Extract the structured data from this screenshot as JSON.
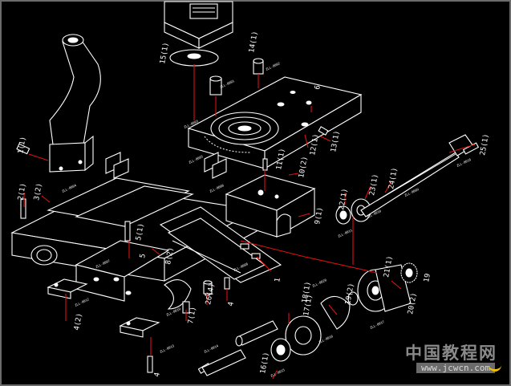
{
  "callouts": [
    {
      "id": "c15",
      "text": "15(1)"
    },
    {
      "id": "c14",
      "text": "14(1)"
    },
    {
      "id": "c1",
      "text": "1(1)"
    },
    {
      "id": "c2",
      "text": "2(1)"
    },
    {
      "id": "c3",
      "text": "3(2)"
    },
    {
      "id": "c6",
      "text": "6"
    },
    {
      "id": "c11",
      "text": "11(1)"
    },
    {
      "id": "c12",
      "text": "12(1)"
    },
    {
      "id": "c13",
      "text": "13(1)"
    },
    {
      "id": "c10",
      "text": "10(2)"
    },
    {
      "id": "c5",
      "text": "5(1)"
    },
    {
      "id": "c8",
      "text": "8(2)"
    },
    {
      "id": "c9",
      "text": "9(1)"
    },
    {
      "id": "c22",
      "text": "22(1)"
    },
    {
      "id": "c23",
      "text": "23(1)"
    },
    {
      "id": "c24",
      "text": "24(1)"
    },
    {
      "id": "c25",
      "text": "25(1)"
    },
    {
      "id": "c7",
      "text": "7(1)"
    },
    {
      "id": "c26",
      "text": "26(4)"
    },
    {
      "id": "c4",
      "text": "4"
    },
    {
      "id": "c4b",
      "text": "4(2)"
    },
    {
      "id": "c18",
      "text": "18(1)"
    },
    {
      "id": "c17",
      "text": "17(1)"
    },
    {
      "id": "c19",
      "text": "19(2)"
    },
    {
      "id": "c21",
      "text": "21(1)"
    },
    {
      "id": "c20",
      "text": "20(2)"
    },
    {
      "id": "c16",
      "text": "16(1)"
    },
    {
      "id": "c19b",
      "text": "19"
    },
    {
      "id": "c4c",
      "text": "4"
    },
    {
      "id": "c1b",
      "text": "1"
    },
    {
      "id": "c5b",
      "text": "5"
    }
  ],
  "watermark": {
    "chinese": "中国教程网",
    "url": "www.jcwcn.com"
  },
  "colors": {
    "background": "#000000",
    "lines": "#ffffff",
    "leaders": "#e01010",
    "frame": "#6b6b6b"
  }
}
